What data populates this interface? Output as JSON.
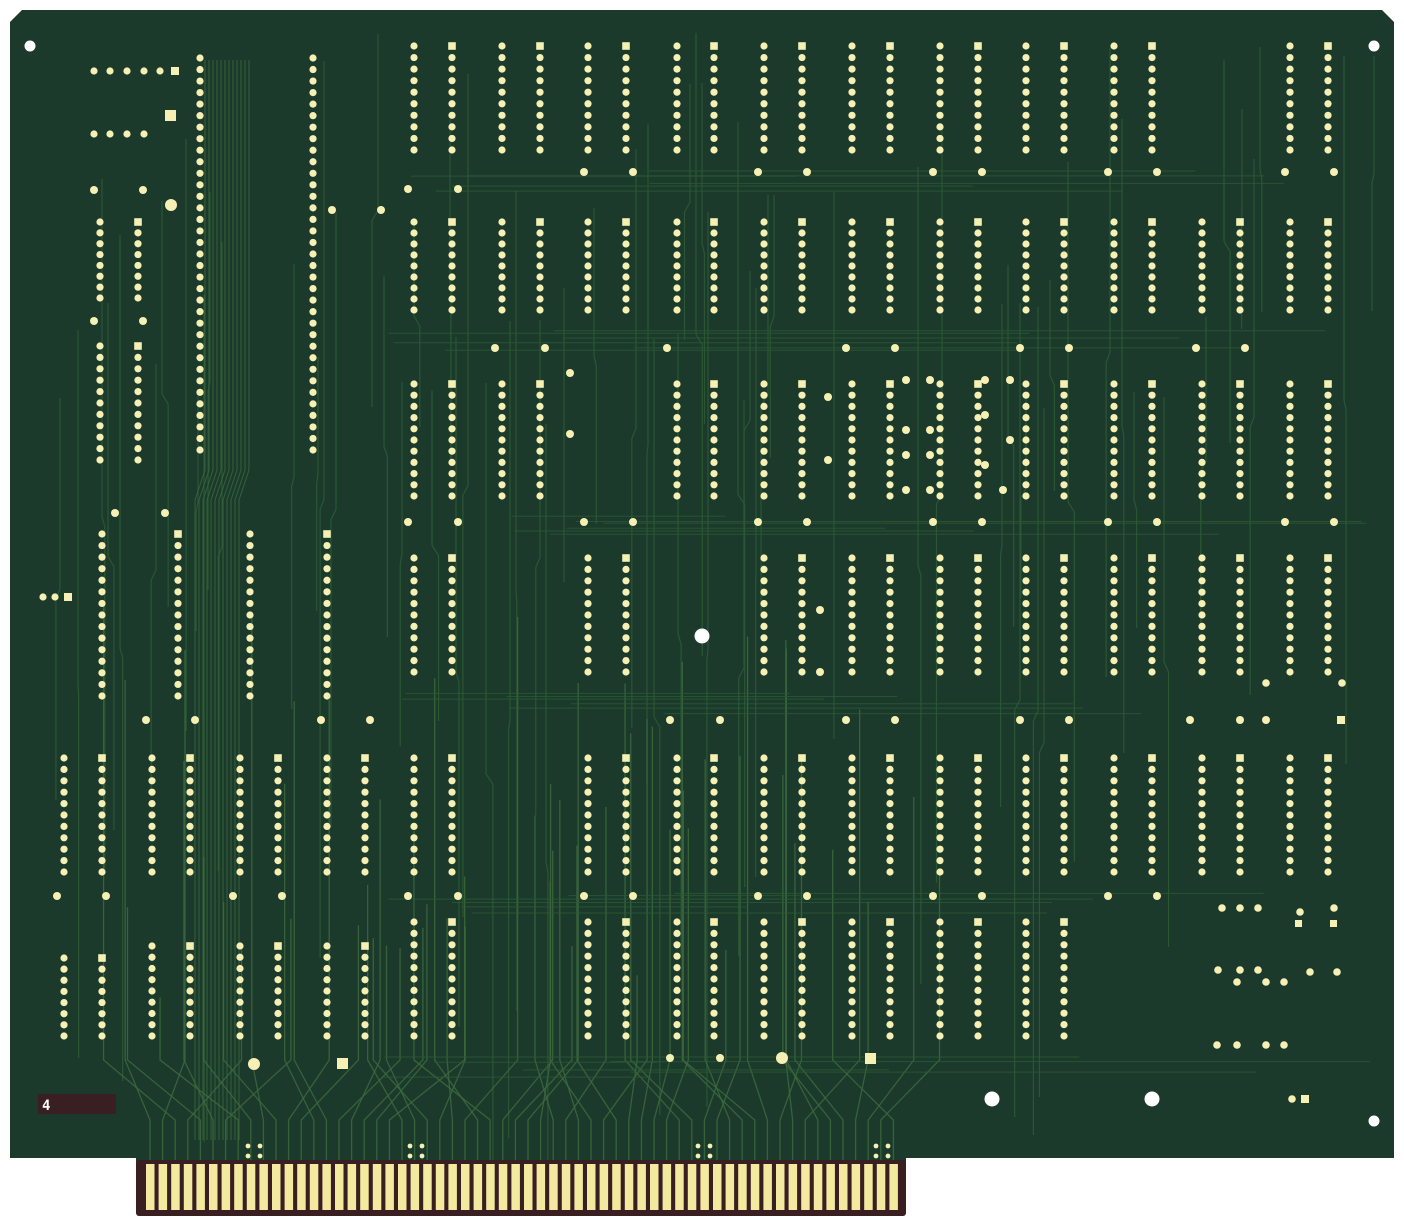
{
  "board": {
    "label": "4",
    "colors": {
      "board": "#1b3a2b",
      "trace": "#2c5a35",
      "trace_light": "#3c6a3e",
      "pad": "#f6f0b4",
      "hole": "#ffffff",
      "connector_finger": "#f3eaa0",
      "connector_base": "#3a1f22",
      "label_bg": "#3a1f22",
      "label_text": "#ffffff"
    },
    "components": {
      "dip_chip_rows": 6,
      "edge_connector_fingers": 60,
      "mounting_holes": 6
    }
  }
}
